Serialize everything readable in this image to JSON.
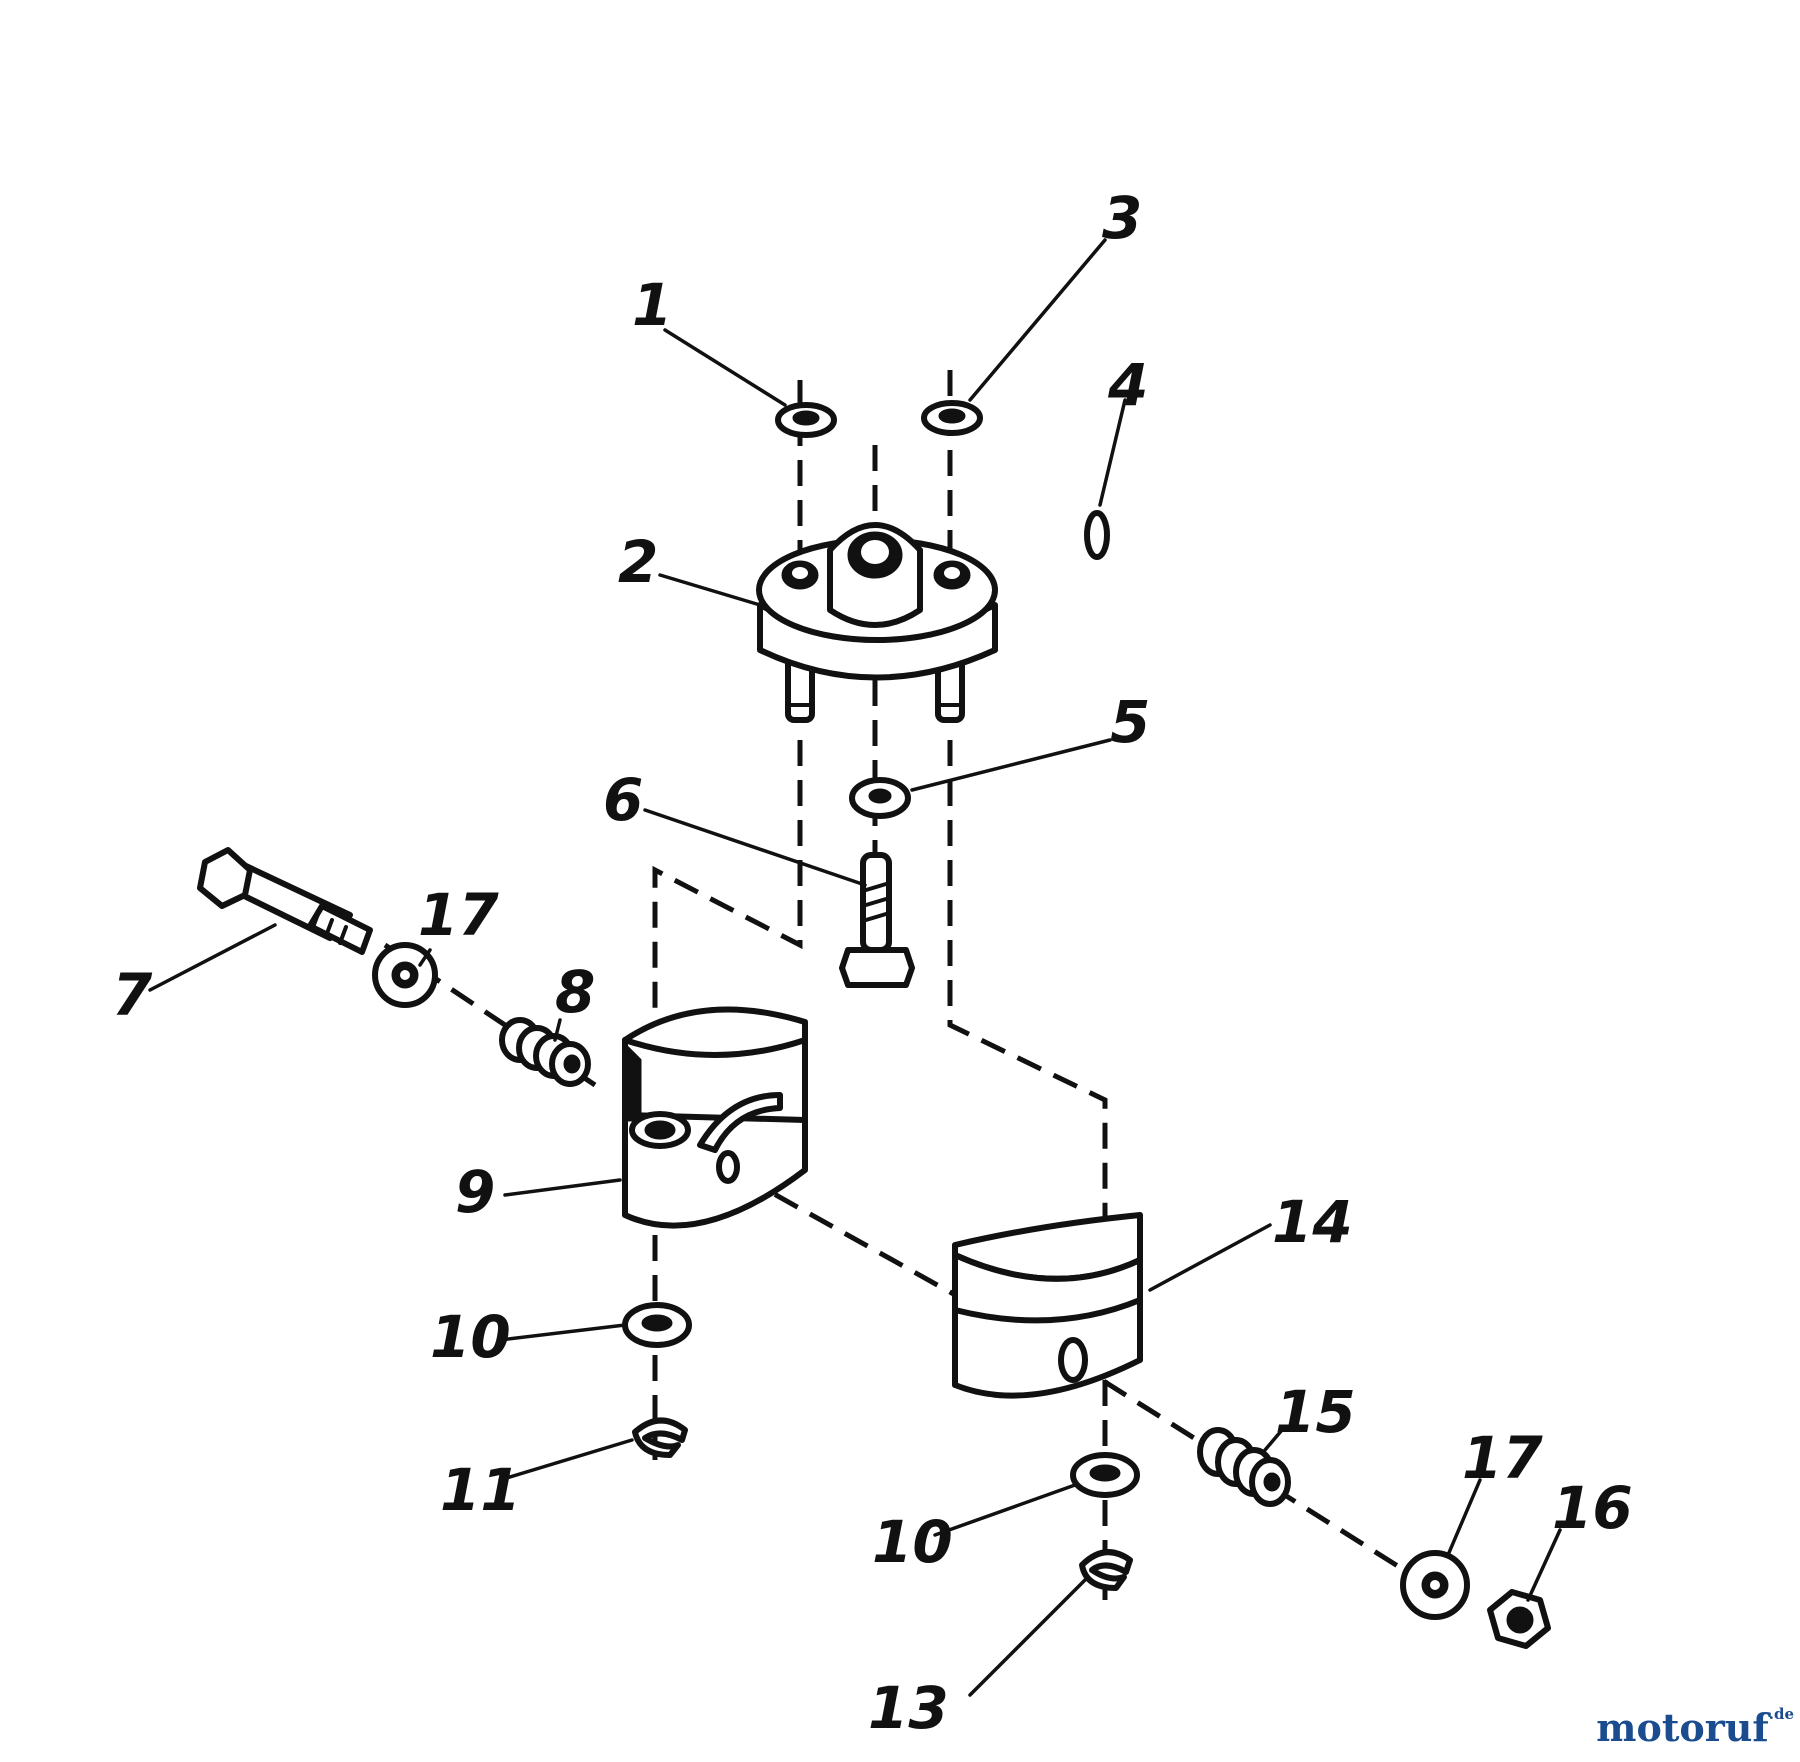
{
  "diagram": {
    "callouts": {
      "c1": "1",
      "c2": "2",
      "c3": "3",
      "c4": "4",
      "c5": "5",
      "c6": "6",
      "c7": "7",
      "c8": "8",
      "c9": "9",
      "c10a": "10",
      "c10b": "10",
      "c11": "11",
      "c13": "13",
      "c14": "14",
      "c15": "15",
      "c16": "16",
      "c17a": "17",
      "c17b": "17"
    }
  },
  "watermark": {
    "brand": "motoruf",
    "suffix": ".de",
    "colors": [
      "#1a4c8f",
      "#d9272e",
      "#f2a900",
      "#2e8b3a"
    ]
  }
}
